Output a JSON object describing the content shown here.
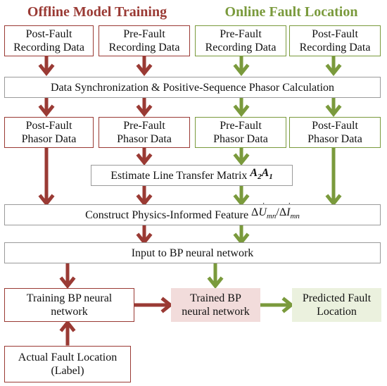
{
  "headers": {
    "offline": "Offline Model Training",
    "online": "Online Fault Location"
  },
  "colors": {
    "offline": "#9a3a34",
    "online": "#7a9a3c",
    "neutral": "#9a9a9a",
    "trained_fill": "#f2dcdb",
    "predicted_fill": "#ebf1de"
  },
  "row1": [
    {
      "line1": "Post-Fault",
      "line2": "Recording Data"
    },
    {
      "line1": "Pre-Fault",
      "line2": "Recording Data"
    },
    {
      "line1": "Pre-Fault",
      "line2": "Recording Data"
    },
    {
      "line1": "Post-Fault",
      "line2": "Recording Data"
    }
  ],
  "sync_bar": "Data Synchronization & Positive-Sequence Phasor Calculation",
  "row2": [
    {
      "line1": "Post-Fault",
      "line2": "Phasor Data"
    },
    {
      "line1": "Pre-Fault",
      "line2": "Phasor Data"
    },
    {
      "line1": "Pre-Fault",
      "line2": "Phasor Data"
    },
    {
      "line1": "Post-Fault",
      "line2": "Phasor Data"
    }
  ],
  "estimate": {
    "text": "Estimate Line Transfer Matrix ",
    "a2": "A",
    "a2_sub": "2",
    "a1": "A",
    "a1_sub": "1"
  },
  "construct": {
    "text": "Construct Physics-Informed Feature ",
    "delta": "Δ",
    "u": "U",
    "u_sub": "mn",
    "slash": "/",
    "i": "I",
    "i_sub": "mn"
  },
  "input_bar": "Input to BP neural network",
  "training": {
    "line1": "Training BP neural",
    "line2": "network"
  },
  "trained": {
    "line1": "Trained BP",
    "line2": "neural network"
  },
  "predicted": {
    "line1": "Predicted Fault",
    "line2": "Location"
  },
  "actual": {
    "line1": "Actual Fault Location",
    "line2": "(Label)"
  }
}
